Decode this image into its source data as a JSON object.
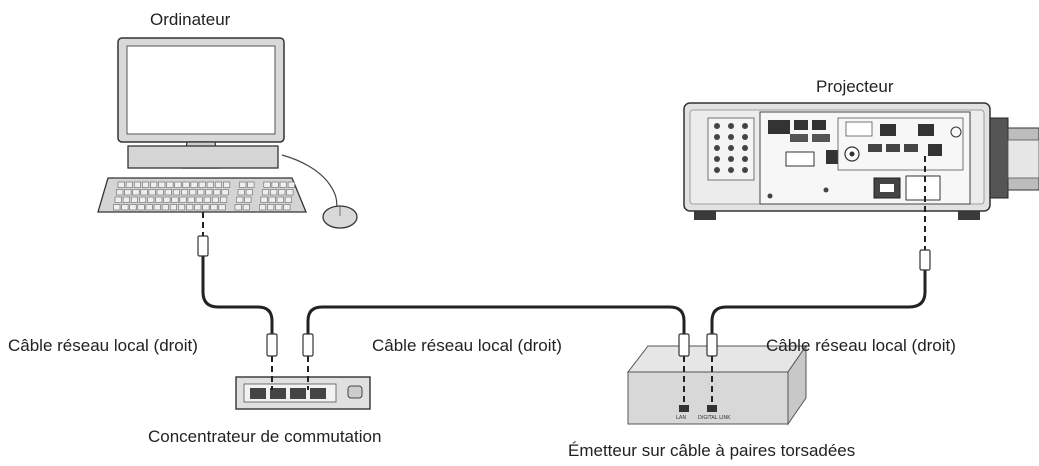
{
  "labels": {
    "computer": "Ordinateur",
    "projector": "Projecteur",
    "cable_left": "Câble réseau local (droit)",
    "cable_middle": "Câble réseau local (droit)",
    "cable_right": "Câble réseau local (droit)",
    "hub": "Concentrateur de commutation",
    "transmitter": "Émetteur sur câble à paires torsadées"
  },
  "transmitter_ports": {
    "lan": "LAN",
    "digital_link": "DIGITAL LINK"
  }
}
